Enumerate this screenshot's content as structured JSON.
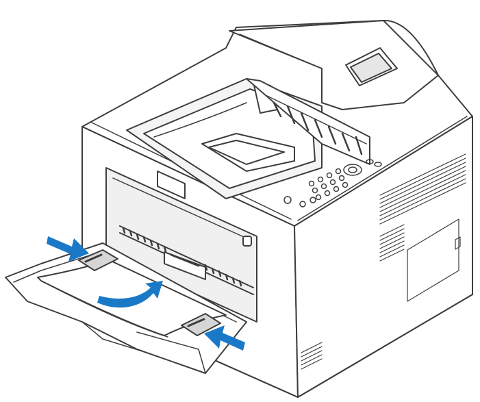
{
  "colors": {
    "line": "#3d3d3d",
    "body_fill": "#ffffff",
    "shade": "#d6d6d6",
    "arrow_blue": "#1a79c7"
  },
  "parts": {
    "printer_body": "printer",
    "control_panel": "control-panel",
    "display": "lcd-display",
    "output_tray": "output-tray",
    "bypass_tray": "bypass-tray",
    "paper": "paper-sheet",
    "guides": "paper-width-guides"
  },
  "icons": {
    "guide_arrow_left": "arrow-right-icon",
    "guide_arrow_right": "arrow-left-icon",
    "feed_arrow": "curved-arrow-icon"
  }
}
